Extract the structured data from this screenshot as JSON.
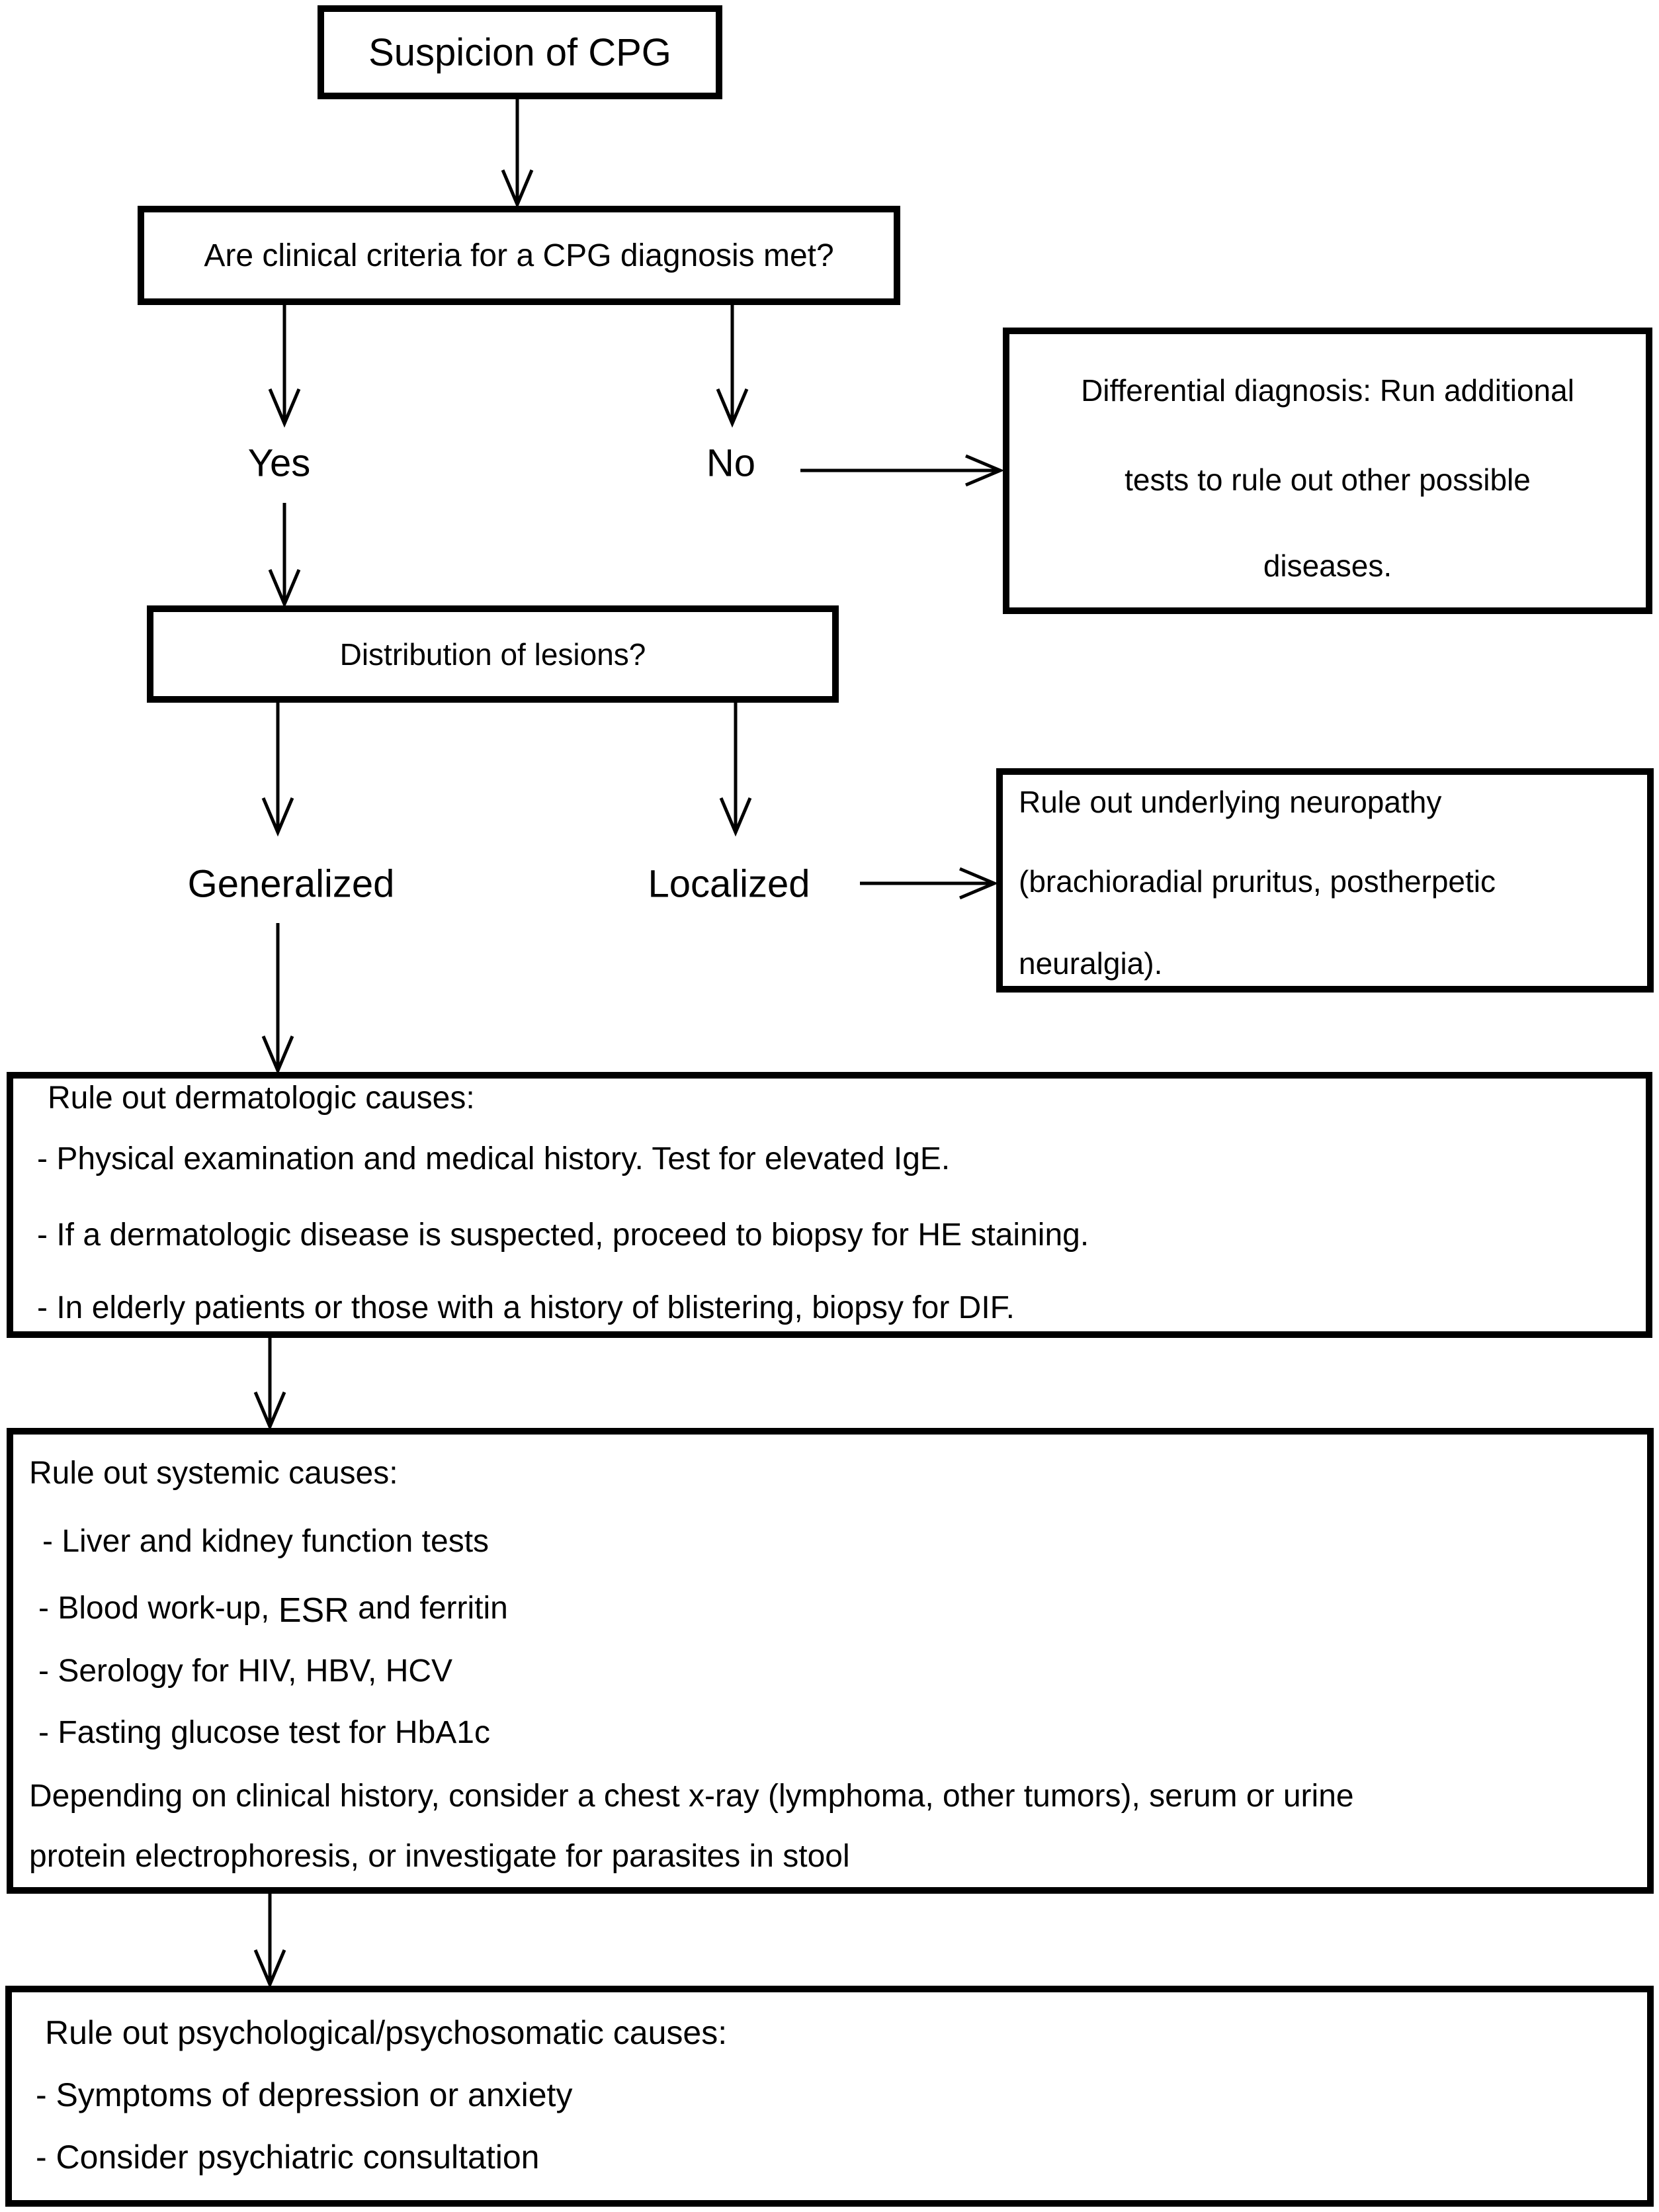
{
  "flowchart": {
    "nodes": {
      "suspicion": {
        "text": "Suspicion of CPG"
      },
      "criteria": {
        "text": "Are clinical criteria for a CPG diagnosis met?"
      },
      "differential": {
        "lines": [
          "Differential diagnosis: Run additional",
          "tests to rule out other possible",
          "diseases."
        ]
      },
      "distribution": {
        "text": "Distribution of lesions?"
      },
      "neuropathy": {
        "lines": [
          "Rule out underlying neuropathy",
          "(brachioradial pruritus, postherpetic",
          "neuralgia)."
        ]
      },
      "dermatologic": {
        "title": "Rule out dermatologic causes:",
        "bullets": [
          "- Physical examination and medical history. Test for elevated IgE.",
          "- If a dermatologic disease is suspected, proceed to biopsy for HE staining.",
          "- In elderly patients or those with a history of blistering, biopsy for DIF."
        ]
      },
      "systemic": {
        "title": "Rule out systemic causes:",
        "bullet_liver": "- Liver and kidney function tests",
        "bullet_blood_pre": "- Blood work-up, ",
        "bullet_blood_esr": "ESR",
        "bullet_blood_post": " and ferritin",
        "bullet_serology": "- Serology for HIV, HBV, HCV",
        "bullet_glucose": "- Fasting glucose test for HbA1c",
        "notes": [
          "Depending on clinical history, consider a chest x-ray (lymphoma, other tumors), serum or urine",
          "protein electrophoresis, or investigate for parasites in stool"
        ]
      },
      "psychological": {
        "title": "Rule out psychological/psychosomatic causes:",
        "bullets": [
          "- Symptoms of depression or anxiety",
          "- Consider psychiatric consultation"
        ]
      }
    },
    "edge_labels": {
      "yes": "Yes",
      "no": "No",
      "generalized": "Generalized",
      "localized": "Localized"
    }
  }
}
